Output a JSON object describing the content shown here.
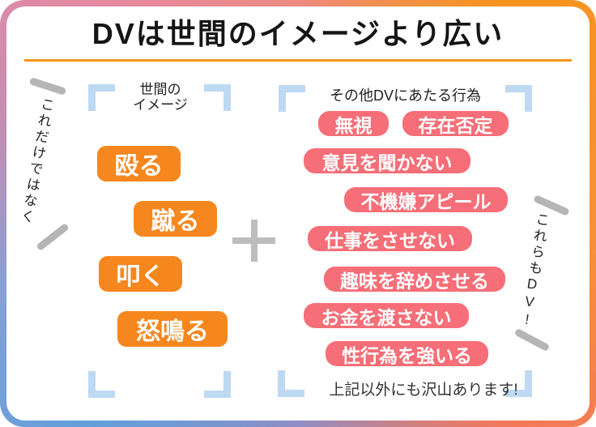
{
  "title": "DVは世間のイメージより広い",
  "left_group": {
    "label_line1": "世間の",
    "label_line2": "イメージ",
    "tags": [
      "殴る",
      "蹴る",
      "叩く",
      "怒鳴る"
    ]
  },
  "right_group": {
    "header": "その他DVにあたる行為",
    "tags": [
      "無視",
      "存在否定",
      "意見を聞かない",
      "不機嫌アピール",
      "仕事をさせない",
      "趣味を辞めさせる",
      "お金を渡さない",
      "性行為を強いる"
    ],
    "footnote": "上記以外にも沢山あります!"
  },
  "left_note": "これだけではなく",
  "right_note": "これらもDV!",
  "icons": {
    "center": "plus-icon",
    "corner_marks": "bracket-corner-icon",
    "emphasis_marks": "slash-mark-icon"
  },
  "colors": {
    "tag_orange": "#f6871e",
    "tag_pink": "#f66e77",
    "bracket_blue": "#bed9f2",
    "accent_orange": "#f7941d",
    "plus_gray": "#bdbdbd",
    "frame_top_left": "#e689a3",
    "frame_top_right": "#f7941d",
    "frame_bottom_left": "#639fdb",
    "frame_bottom_right": "#f4785a"
  }
}
